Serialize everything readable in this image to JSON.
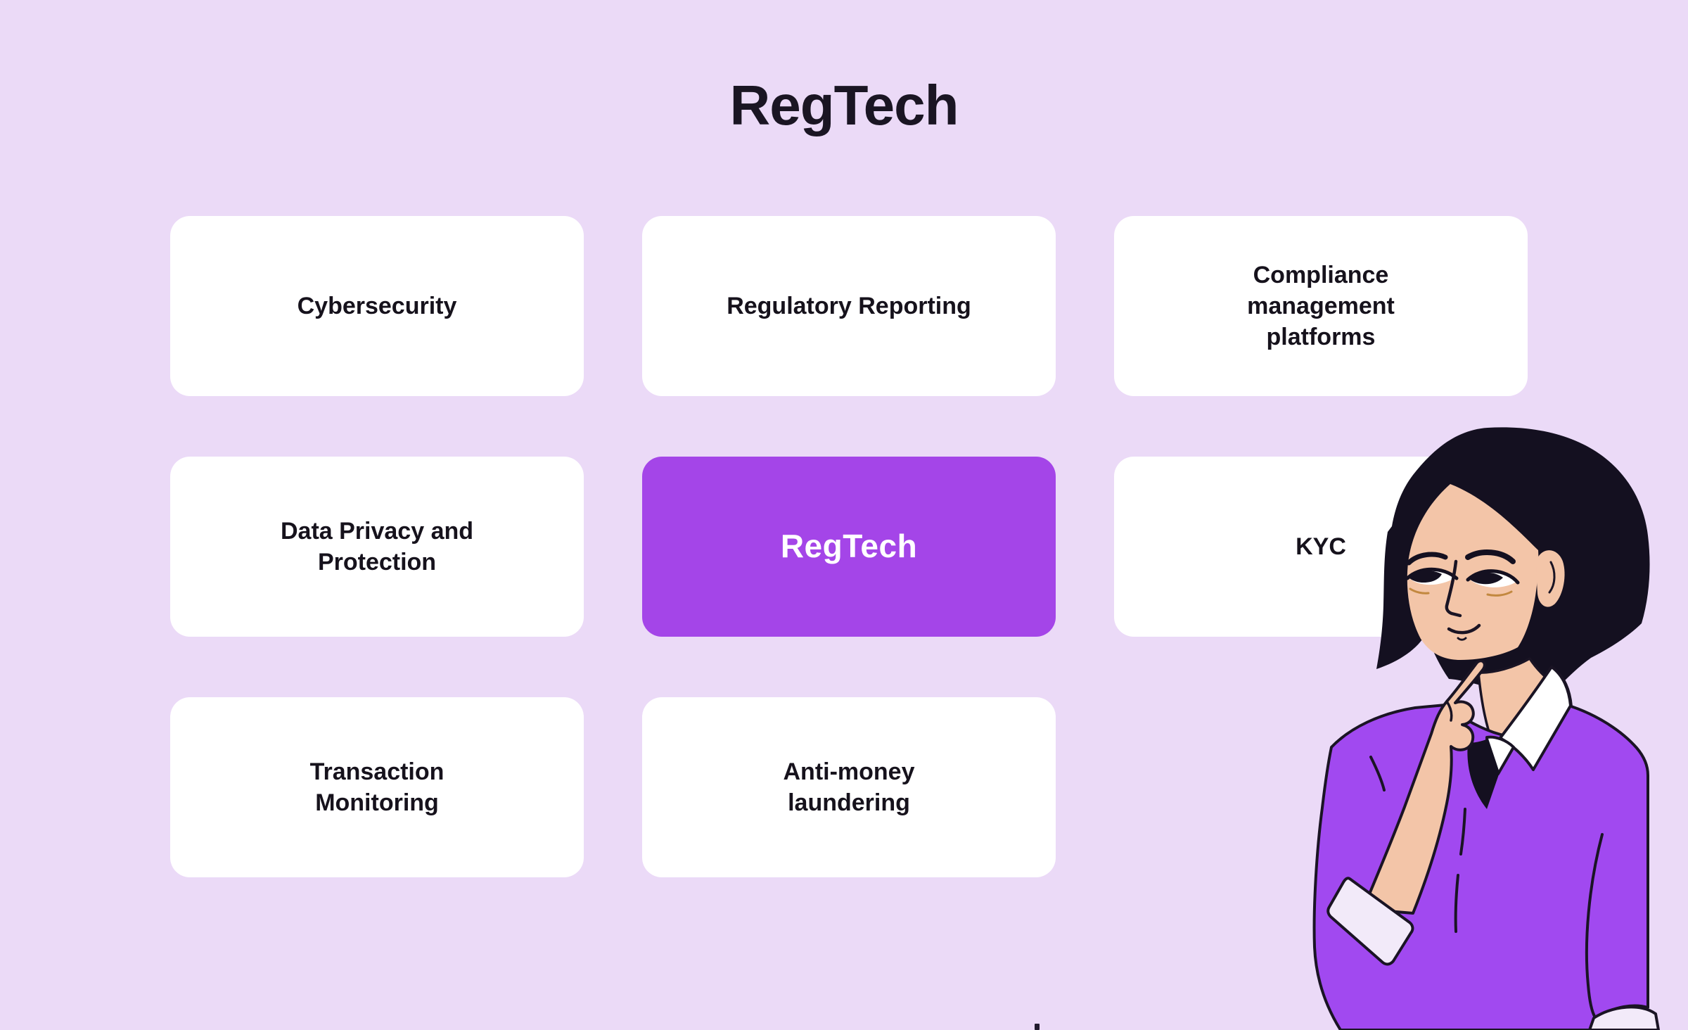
{
  "title": {
    "text": "RegTech"
  },
  "grid": {
    "cards": [
      {
        "id": "cybersecurity",
        "label": "Cybersecurity",
        "highlight": false
      },
      {
        "id": "regulatory-reporting",
        "label": "Regulatory Reporting",
        "highlight": false
      },
      {
        "id": "compliance-management-platforms",
        "label": "Compliance\nmanagement\nplatforms",
        "highlight": false
      },
      {
        "id": "data-privacy-and-protection",
        "label": "Data Privacy and\nProtection",
        "highlight": false
      },
      {
        "id": "regtech-center",
        "label": "RegTech",
        "highlight": true
      },
      {
        "id": "kyc",
        "label": "KYC",
        "highlight": false
      },
      {
        "id": "transaction-monitoring",
        "label": "Transaction\nMonitoring",
        "highlight": false
      },
      {
        "id": "anti-money-laundering",
        "label": "Anti-money\nlaundering",
        "highlight": false
      }
    ]
  },
  "illustration": {
    "name": "thinking-woman"
  },
  "colors": {
    "background": "#EBDAF7",
    "card_bg": "#FFFFFF",
    "card_text": "#16121C",
    "accent": "#A445E8",
    "accent_text": "#FFFFFF",
    "title_color": "#1A1523",
    "shirt": "#A149F0",
    "skin": "#F3C5A8",
    "hair": "#141020",
    "cuff": "#F2EAF9",
    "outline": "#1A1424"
  }
}
